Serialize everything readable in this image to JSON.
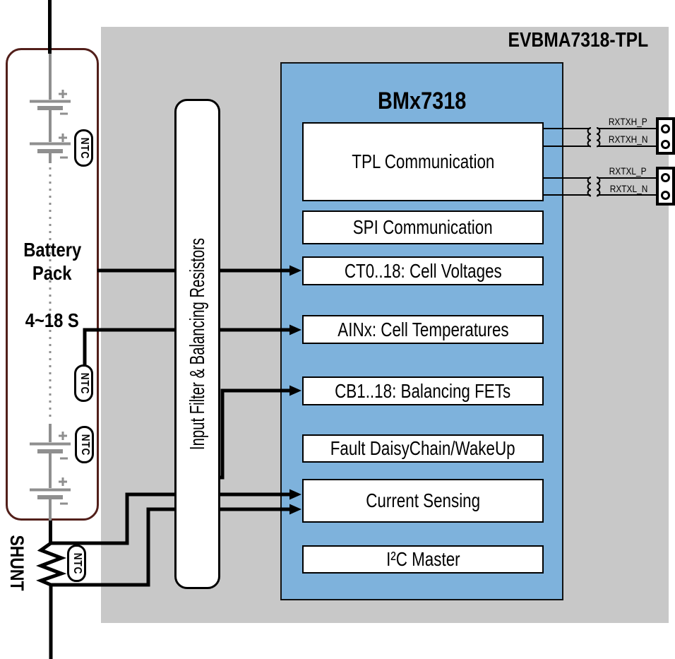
{
  "board": {
    "title": "EVBMA7318-TPL"
  },
  "chip": {
    "title": "BMx7318",
    "blocks": [
      "TPL Communication",
      "SPI Communication",
      "CT0..18: Cell Voltages",
      "AINx: Cell Temperatures",
      "CB1..18: Balancing FETs",
      "Fault DaisyChain/WakeUp",
      "Current Sensing",
      "I²C Master"
    ]
  },
  "filter": {
    "label": "Input Filter & Balancing Resistors"
  },
  "battery": {
    "name_line1": "Battery",
    "name_line2": "Pack",
    "cell_count": "4~18 S",
    "ntc": "NTC",
    "shunt": "SHUNT"
  },
  "tpl_port": {
    "rxtxh_p": "RXTXH_P",
    "rxtxh_n": "RXTXH_N",
    "rxtxl_p": "RXTXL_P",
    "rxtxl_n": "RXTXL_N"
  },
  "colors": {
    "board_gray": "#c8c8c8",
    "chip_blue": "#7eb2dc",
    "pack_border_maroon": "#521f1a",
    "battery_symbol_gray": "#8f8f8f"
  }
}
